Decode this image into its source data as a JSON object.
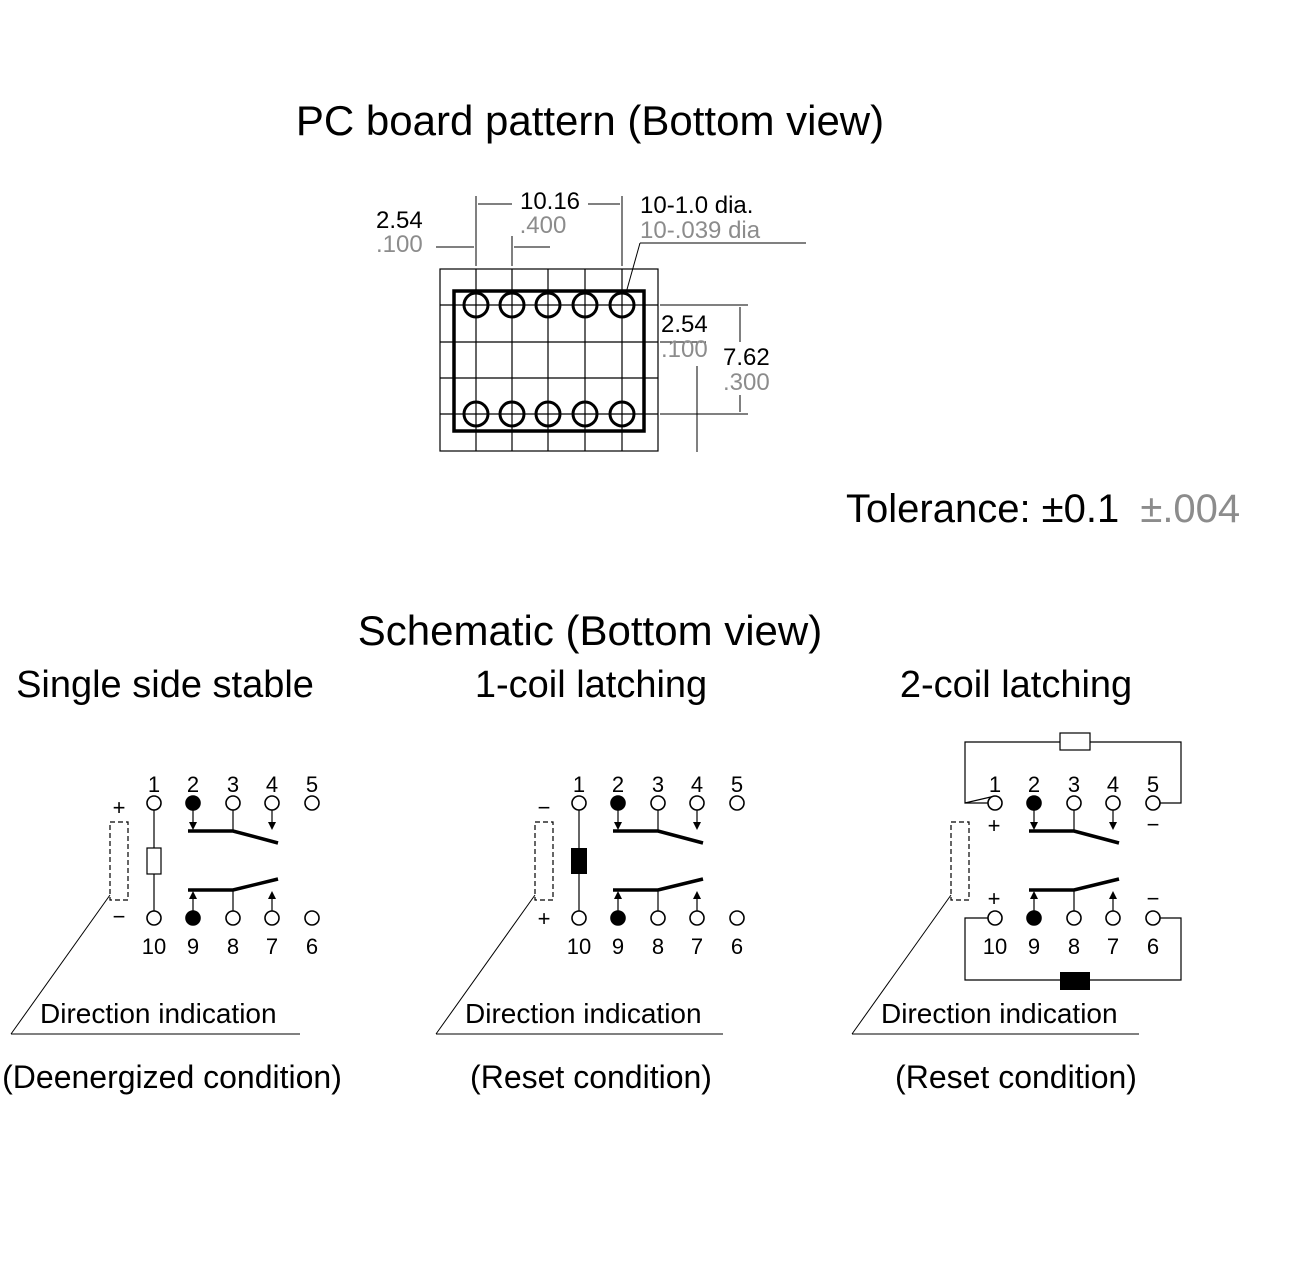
{
  "pcb": {
    "title": "PC board pattern (Bottom view)",
    "pitch_mm": "2.54",
    "pitch_in": ".100",
    "span_mm": "10.16",
    "span_in": ".400",
    "hole_mm": "10-1.0 dia.",
    "hole_in": "10-.039 dia",
    "row_pitch_mm": "2.54",
    "row_pitch_in": ".100",
    "row_span_mm": "7.62",
    "row_span_in": ".300"
  },
  "tolerance": {
    "label": "Tolerance: ±0.1",
    "inch": "±.004"
  },
  "schematic": {
    "title": "Schematic (Bottom view)",
    "top_pins": [
      "1",
      "2",
      "3",
      "4",
      "5"
    ],
    "bottom_pins": [
      "10",
      "9",
      "8",
      "7",
      "6"
    ],
    "plus": "+",
    "minus": "−",
    "direction_label": "Direction indication",
    "panels": [
      {
        "title": "Single side stable",
        "condition": "(Deenergized condition)"
      },
      {
        "title": "1-coil latching",
        "condition": "(Reset condition)"
      },
      {
        "title": "2-coil latching",
        "condition": "(Reset condition)"
      }
    ]
  }
}
